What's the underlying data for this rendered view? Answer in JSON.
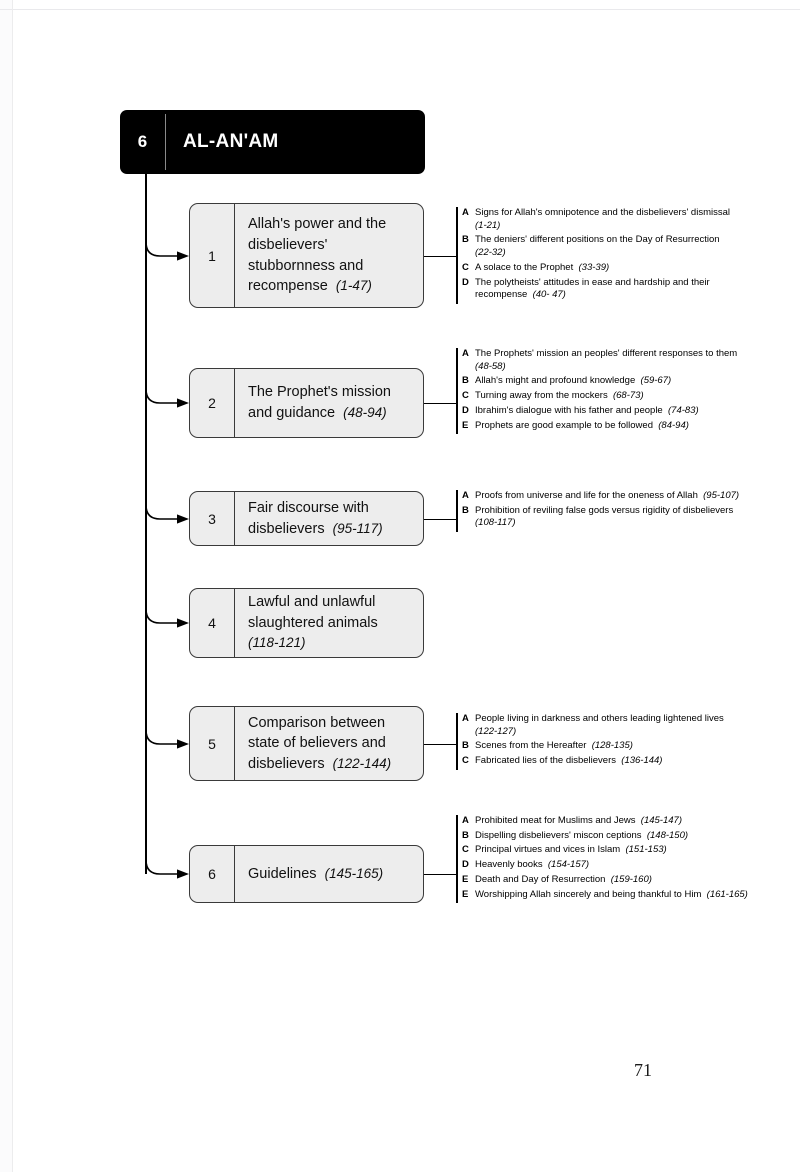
{
  "page": {
    "number": "71"
  },
  "header": {
    "chapter_number": "6",
    "chapter_title": "AL-AN'AM",
    "background_color": "#000000",
    "text_color": "#ffffff"
  },
  "diagram": {
    "box_fill": "#ededed",
    "box_border": "#3a3a3a",
    "sections": [
      {
        "number": "1",
        "title": "Allah's power and the disbelievers' stubbornness and recompense",
        "verses": "(1-47)",
        "subs": [
          {
            "letter": "A",
            "text": "Signs for Allah's omnipotence and the disbelievers' dismissal",
            "verses": "(1-21)"
          },
          {
            "letter": "B",
            "text": "The deniers' different positions on the Day of Resurrection",
            "verses": "(22-32)"
          },
          {
            "letter": "C",
            "text": "A solace to the Prophet",
            "verses": "(33-39)"
          },
          {
            "letter": "D",
            "text": "The polytheists' attitudes in ease and hardship and their recompense",
            "verses": "(40- 47)"
          }
        ]
      },
      {
        "number": "2",
        "title": "The Prophet's mission and guidance",
        "verses": "(48-94)",
        "subs": [
          {
            "letter": "A",
            "text": "The Prophets' mission an peoples' different responses to them",
            "verses": "(48-58)"
          },
          {
            "letter": "B",
            "text": "Allah's might and profound knowledge",
            "verses": "(59-67)"
          },
          {
            "letter": "C",
            "text": "Turning away from the mockers",
            "verses": "(68-73)"
          },
          {
            "letter": "D",
            "text": "Ibrahim's dialogue with his father and people",
            "verses": "(74-83)"
          },
          {
            "letter": "E",
            "text": "Prophets are good example to be followed",
            "verses": "(84-94)"
          }
        ]
      },
      {
        "number": "3",
        "title": "Fair discourse with disbelievers",
        "verses": "(95-117)",
        "subs": [
          {
            "letter": "A",
            "text": "Proofs from universe and life for the oneness of Allah",
            "verses": "(95-107)"
          },
          {
            "letter": "B",
            "text": "Prohibition of reviling false gods versus rigidity of disbelievers",
            "verses": "(108-117)"
          }
        ]
      },
      {
        "number": "4",
        "title": "Lawful and unlawful slaughtered animals",
        "verses": "(118-121)",
        "subs": []
      },
      {
        "number": "5",
        "title": "Comparison between state of believers and disbelievers",
        "verses": "(122-144)",
        "subs": [
          {
            "letter": "A",
            "text": "People living in darkness and others leading lightened lives",
            "verses": "(122-127)"
          },
          {
            "letter": "B",
            "text": "Scenes from the Hereafter",
            "verses": "(128-135)"
          },
          {
            "letter": "C",
            "text": "Fabricated lies of the disbelievers",
            "verses": "(136-144)"
          }
        ]
      },
      {
        "number": "6",
        "title": "Guidelines",
        "verses": "(145-165)",
        "subs": [
          {
            "letter": "A",
            "text": "Prohibited meat for Muslims and Jews",
            "verses": "(145-147)"
          },
          {
            "letter": "B",
            "text": "Dispelling disbelievers' miscon ceptions",
            "verses": "(148-150)"
          },
          {
            "letter": "C",
            "text": "Principal virtues and vices in Islam",
            "verses": "(151-153)"
          },
          {
            "letter": "D",
            "text": "Heavenly books",
            "verses": "(154-157)"
          },
          {
            "letter": "E",
            "text": "Death and Day of Resurrection",
            "verses": "(159-160)"
          },
          {
            "letter": "E",
            "text": "Worshipping Allah sincerely and being thankful to Him",
            "verses": "(161-165)"
          }
        ]
      }
    ]
  }
}
